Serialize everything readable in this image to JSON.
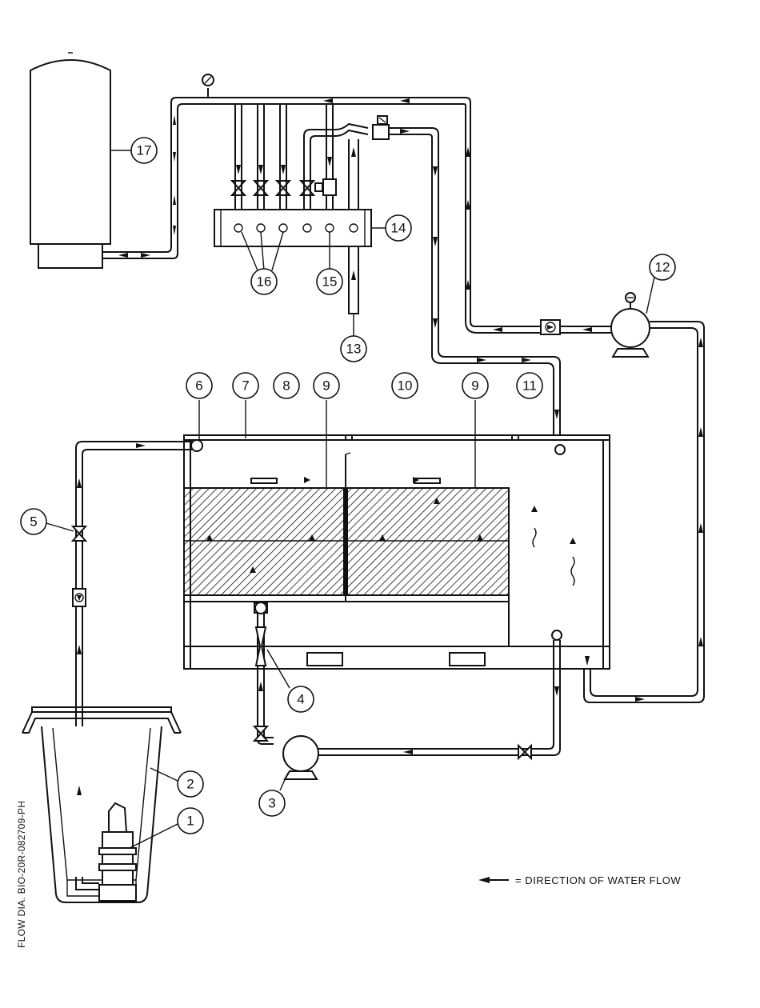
{
  "drawing_id": "FLOW DIA. BIO-20R-082709-PH",
  "legend": {
    "text": "= DIRECTION OF WATER FLOW"
  },
  "callouts": [
    "1",
    "2",
    "3",
    "4",
    "5",
    "6",
    "7",
    "8",
    "9",
    "9",
    "10",
    "11",
    "12",
    "13",
    "14",
    "15",
    "16",
    "17"
  ]
}
